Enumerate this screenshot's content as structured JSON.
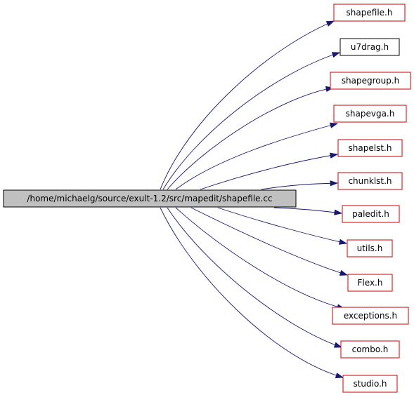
{
  "colors": {
    "background": "#ffffff",
    "edge": "#191970",
    "root_fill": "#c0c0c0",
    "root_border": "#000000",
    "linked_border": "#000000",
    "unlinked_border": "#cc0000",
    "text": "#000000"
  },
  "root": {
    "label": "/home/michaelg/source/exult-1.2/src/mapedit/shapefile.cc"
  },
  "includes": [
    {
      "id": "shapefile",
      "label": "shapefile.h",
      "border": "unlinked"
    },
    {
      "id": "u7drag",
      "label": "u7drag.h",
      "border": "linked"
    },
    {
      "id": "shapegroup",
      "label": "shapegroup.h",
      "border": "unlinked"
    },
    {
      "id": "shapevga",
      "label": "shapevga.h",
      "border": "unlinked"
    },
    {
      "id": "shapelst",
      "label": "shapelst.h",
      "border": "unlinked"
    },
    {
      "id": "chunklst",
      "label": "chunklst.h",
      "border": "unlinked"
    },
    {
      "id": "paledit",
      "label": "paledit.h",
      "border": "unlinked"
    },
    {
      "id": "utils",
      "label": "utils.h",
      "border": "unlinked"
    },
    {
      "id": "flex",
      "label": "Flex.h",
      "border": "unlinked"
    },
    {
      "id": "exceptions",
      "label": "exceptions.h",
      "border": "unlinked"
    },
    {
      "id": "combo",
      "label": "combo.h",
      "border": "unlinked"
    },
    {
      "id": "studio",
      "label": "studio.h",
      "border": "unlinked"
    }
  ]
}
